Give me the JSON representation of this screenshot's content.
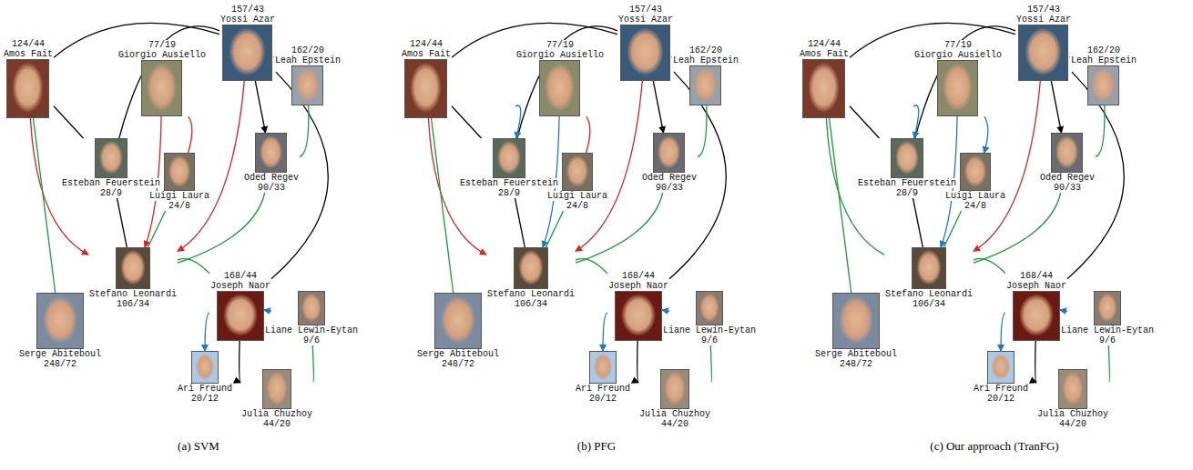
{
  "diagram": {
    "nodes": [
      {
        "text": [
          "157/43",
          "Yossi Azar"
        ]
      },
      {
        "text": [
          "124/44",
          "Amos Fait"
        ]
      },
      {
        "text": [
          "77/19",
          "Giorgio Ausiello"
        ]
      },
      {
        "text": [
          "162/20",
          "Leah Epstein"
        ]
      },
      {
        "text": [
          "Esteban Feuerstein",
          "28/9"
        ]
      },
      {
        "text": [
          "Luigi Laura",
          "24/8"
        ]
      },
      {
        "text": [
          "Oded Regev",
          "90/33"
        ]
      },
      {
        "text": [
          "Stefano Leonardi",
          "106/34"
        ]
      },
      {
        "text": [
          "168/44",
          "Joseph Naor"
        ]
      },
      {
        "text": [
          "Liane Lewin-Eytan",
          "9/6"
        ]
      },
      {
        "text": [
          "Serge Abiteboul",
          "248/72"
        ]
      },
      {
        "text": [
          "Ari Freund",
          "20/12"
        ]
      },
      {
        "text": [
          "Julia Chuzhoy",
          "44/20"
        ]
      },
      {
        "text": [
          "157/43",
          "Yossi Azar"
        ]
      },
      {
        "text": [
          "124/44",
          "Amos Fait"
        ]
      },
      {
        "text": [
          "77/19",
          "Giorgio Ausiello"
        ]
      },
      {
        "text": [
          "162/20",
          "Leah Epstein"
        ]
      },
      {
        "text": [
          "Esteban Feuerstein",
          "28/9"
        ]
      },
      {
        "text": [
          "Luigi Laura",
          "24/8"
        ]
      },
      {
        "text": [
          "Oded Regev",
          "90/33"
        ]
      },
      {
        "text": [
          "Stefano Leonardi",
          "106/34"
        ]
      },
      {
        "text": [
          "168/44",
          "Joseph Naor"
        ]
      },
      {
        "text": [
          "Liane Lewin-Eytan",
          "9/6"
        ]
      },
      {
        "text": [
          "Serge Abiteboul",
          "248/72"
        ]
      },
      {
        "text": [
          "Ari Freund",
          "20/12"
        ]
      },
      {
        "text": [
          "Julia Chuzhoy",
          "44/20"
        ]
      },
      {
        "text": [
          "157/43",
          "Yossi Azar"
        ]
      },
      {
        "text": [
          "124/44",
          "Amos Fait"
        ]
      },
      {
        "text": [
          "77/19",
          "Giorgio Ausiello"
        ]
      },
      {
        "text": [
          "162/20",
          "Leah Epstein"
        ]
      },
      {
        "text": [
          "Esteban Feuerstein",
          "28/9"
        ]
      },
      {
        "text": [
          "Luigi Laura",
          "24/8"
        ]
      },
      {
        "text": [
          "Oded Regev",
          "90/33"
        ]
      },
      {
        "text": [
          "Stefano Leonardi",
          "106/34"
        ]
      },
      {
        "text": [
          "168/44",
          "Joseph Naor"
        ]
      },
      {
        "text": [
          "Liane Lewin-Eytan",
          "9/6"
        ]
      },
      {
        "text": [
          "Serge Abiteboul",
          "248/72"
        ]
      },
      {
        "text": [
          "Ari Freund",
          "20/12"
        ]
      },
      {
        "text": [
          "Julia Chuzhoy",
          "44/20"
        ]
      }
    ],
    "edges": [
      {
        "from": 1,
        "to": 0,
        "arrow": "none"
      },
      {
        "from": 4,
        "to": 0,
        "arrow": "none"
      },
      {
        "from": 0,
        "to": 8,
        "arrow": "none"
      },
      {
        "from": 0,
        "to": 3,
        "arrow": "to"
      },
      {
        "from": 0,
        "to": 6,
        "arrow": "to"
      },
      {
        "from": 0,
        "to": 7,
        "arrow": "to"
      },
      {
        "from": 1,
        "to": 7,
        "arrow": "to"
      },
      {
        "from": 1,
        "to": 4,
        "arrow": "none"
      },
      {
        "from": 1,
        "to": 10,
        "arrow": "none"
      },
      {
        "from": 2,
        "to": 7,
        "arrow": "to"
      },
      {
        "from": 2,
        "to": 5,
        "arrow": "none"
      },
      {
        "from": 4,
        "to": 7,
        "arrow": "none"
      },
      {
        "from": 5,
        "to": 7,
        "arrow": "none"
      },
      {
        "from": 6,
        "to": 7,
        "arrow": "none"
      },
      {
        "from": 6,
        "to": 3,
        "arrow": "none"
      },
      {
        "from": 7,
        "to": 8,
        "arrow": "none"
      },
      {
        "from": 8,
        "to": 11,
        "arrow": "to"
      },
      {
        "from": 8,
        "to": 9,
        "arrow": "to"
      },
      {
        "from": 8,
        "to": 12,
        "arrow": "to"
      },
      {
        "from": 12,
        "to": 9,
        "arrow": "none"
      },
      {
        "from": 14,
        "to": 13,
        "arrow": "none"
      },
      {
        "from": 17,
        "to": 13,
        "arrow": "none"
      },
      {
        "from": 13,
        "to": 21,
        "arrow": "none"
      },
      {
        "from": 13,
        "to": 16,
        "arrow": "to"
      },
      {
        "from": 13,
        "to": 19,
        "arrow": "to"
      },
      {
        "from": 13,
        "to": 20,
        "arrow": "to"
      },
      {
        "from": 14,
        "to": 20,
        "arrow": "to"
      },
      {
        "from": 14,
        "to": 17,
        "arrow": "none"
      },
      {
        "from": 14,
        "to": 23,
        "arrow": "none"
      },
      {
        "from": 15,
        "to": 20,
        "arrow": "to"
      },
      {
        "from": 15,
        "to": 18,
        "arrow": "none"
      },
      {
        "from": 15,
        "to": 17,
        "arrow": "to"
      },
      {
        "from": 17,
        "to": 20,
        "arrow": "none"
      },
      {
        "from": 18,
        "to": 20,
        "arrow": "none"
      },
      {
        "from": 19,
        "to": 20,
        "arrow": "none"
      },
      {
        "from": 19,
        "to": 16,
        "arrow": "none"
      },
      {
        "from": 20,
        "to": 21,
        "arrow": "none"
      },
      {
        "from": 21,
        "to": 24,
        "arrow": "to"
      },
      {
        "from": 21,
        "to": 22,
        "arrow": "to"
      },
      {
        "from": 21,
        "to": 25,
        "arrow": "to"
      },
      {
        "from": 25,
        "to": 22,
        "arrow": "none"
      },
      {
        "from": 27,
        "to": 26,
        "arrow": "none"
      },
      {
        "from": 30,
        "to": 26,
        "arrow": "none"
      },
      {
        "from": 26,
        "to": 34,
        "arrow": "none"
      },
      {
        "from": 26,
        "to": 29,
        "arrow": "to"
      },
      {
        "from": 26,
        "to": 32,
        "arrow": "to"
      },
      {
        "from": 26,
        "to": 33,
        "arrow": "to"
      },
      {
        "from": 27,
        "to": 33,
        "arrow": "none"
      },
      {
        "from": 27,
        "to": 30,
        "arrow": "none"
      },
      {
        "from": 27,
        "to": 36,
        "arrow": "none"
      },
      {
        "from": 28,
        "to": 33,
        "arrow": "to"
      },
      {
        "from": 28,
        "to": 31,
        "arrow": "to"
      },
      {
        "from": 28,
        "to": 30,
        "arrow": "to"
      },
      {
        "from": 30,
        "to": 33,
        "arrow": "none"
      },
      {
        "from": 31,
        "to": 33,
        "arrow": "none"
      },
      {
        "from": 32,
        "to": 33,
        "arrow": "none"
      },
      {
        "from": 32,
        "to": 29,
        "arrow": "none"
      },
      {
        "from": 33,
        "to": 34,
        "arrow": "none"
      },
      {
        "from": 34,
        "to": 37,
        "arrow": "to"
      },
      {
        "from": 34,
        "to": 35,
        "arrow": "to"
      },
      {
        "from": 34,
        "to": 38,
        "arrow": "to"
      },
      {
        "from": 38,
        "to": 35,
        "arrow": "none"
      }
    ],
    "labels": [
      "(a) SVM",
      "(b) PFG",
      "(c) Our approach (TranFG)"
    ]
  }
}
